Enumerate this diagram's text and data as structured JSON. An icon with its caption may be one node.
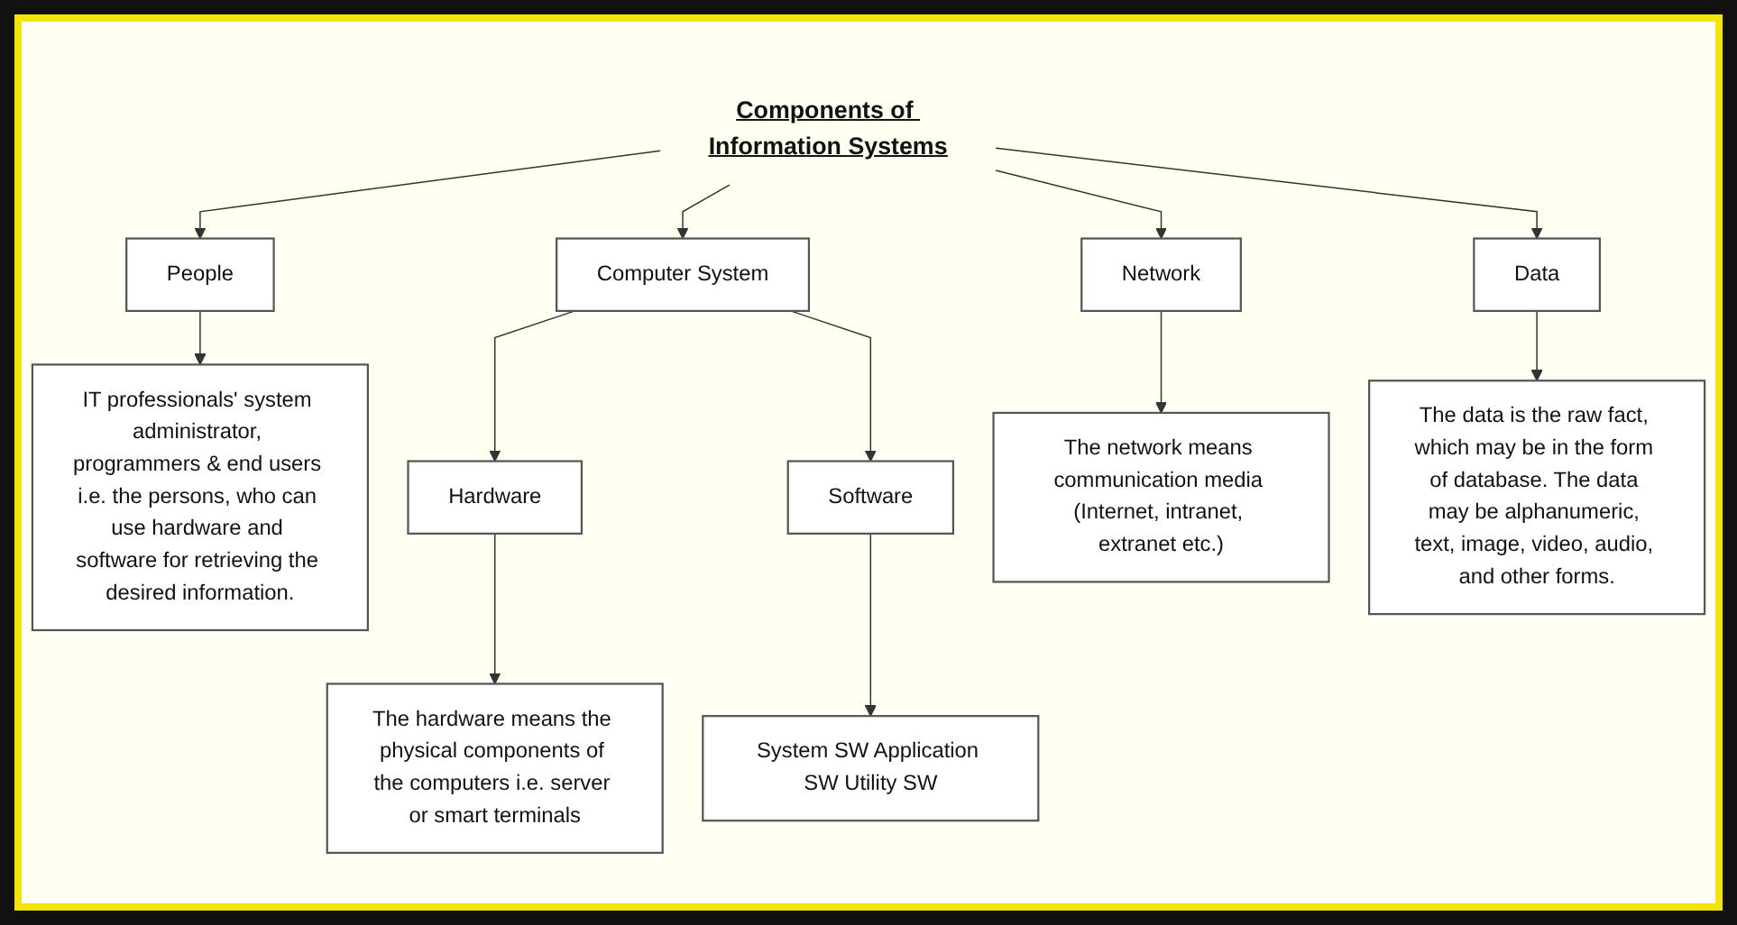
{
  "diagram": {
    "nodes": [
      {
        "text": [
          "Components of Information Systems"
        ]
      },
      {
        "text": [
          "People"
        ]
      },
      {
        "text": [
          "Computer System"
        ]
      },
      {
        "text": [
          "Data"
        ]
      },
      {
        "text": [
          "Network"
        ]
      },
      {
        "text": [
          "IT professionals' system administrator, programmers & end users i.e. the persons, who can use hardware and software for retrieving the desired information."
        ]
      },
      {
        "text": [
          "Hardware"
        ]
      },
      {
        "text": [
          "Software"
        ]
      },
      {
        "text": [
          "The network means communication media (Internet, intranet, extranet etc.)"
        ]
      },
      {
        "text": [
          "The hardware means the physical components of the computers i.e. server or smart terminals"
        ]
      },
      {
        "text": [
          "System SW Application SW Utility SW"
        ]
      },
      {
        "text": [
          "The data is the raw fact, which may be in the form of database. The data may be alphanumeric, text, image, video, audio, and other forms."
        ]
      }
    ],
    "edges": [
      {
        "from": 0,
        "to": 1,
        "arrow": "to"
      },
      {
        "from": 0,
        "to": 2,
        "arrow": "to"
      },
      {
        "from": 0,
        "to": 3,
        "arrow": "to"
      },
      {
        "from": 0,
        "to": 4,
        "arrow": "to"
      },
      {
        "from": 1,
        "to": 5,
        "arrow": "to"
      },
      {
        "from": 2,
        "to": 6,
        "arrow": "to"
      },
      {
        "from": 2,
        "to": 7,
        "arrow": "to"
      },
      {
        "from": 3,
        "to": 11,
        "arrow": "to"
      },
      {
        "from": 4,
        "to": 8,
        "arrow": "to"
      },
      {
        "from": 6,
        "to": 9,
        "arrow": "to"
      },
      {
        "from": 7,
        "to": 10,
        "arrow": "to"
      }
    ]
  }
}
